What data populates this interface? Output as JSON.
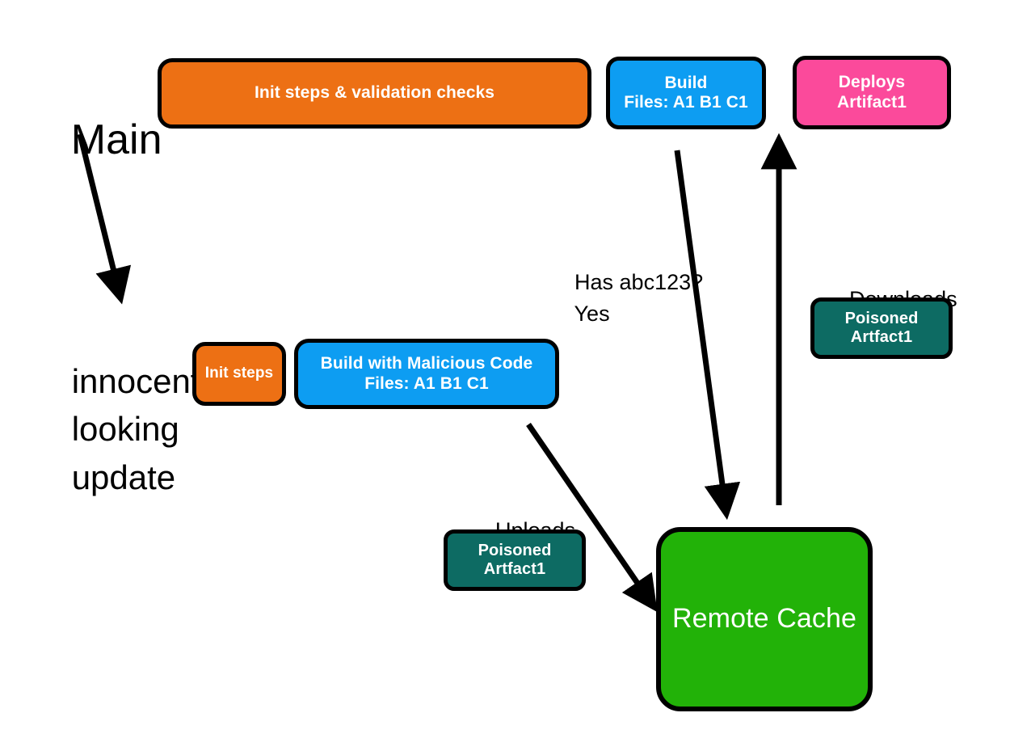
{
  "diagram": {
    "title_lane_main": "Main",
    "title_lane_branch_line1": "innocent",
    "title_lane_branch_line2": "looking",
    "title_lane_branch_line3": "update",
    "nodes": {
      "init_validate": {
        "line1": "Init steps & validation checks",
        "color": "#ED7014"
      },
      "build_main": {
        "line1": "Build",
        "line2": "Files: A1  B1  C1",
        "color": "#0D9DF2"
      },
      "deploys": {
        "line1": "Deploys",
        "line2": "Artifact1",
        "color": "#FB4A9B"
      },
      "init_steps": {
        "line1": "Init steps",
        "color": "#ED7014"
      },
      "build_malicious": {
        "line1": "Build with Malicious Code",
        "line2": "Files: A1  B1  C1",
        "color": "#0D9DF2"
      },
      "artifact_download": {
        "line1": "Poisoned",
        "line2": "Artfact1",
        "color": "#0D6B63"
      },
      "artifact_upload": {
        "line1": "Poisoned",
        "line2": "Artfact1",
        "color": "#0D6B63"
      },
      "remote_cache": {
        "line1": "Remote Cache",
        "color": "#22B208"
      }
    },
    "annotations": {
      "has_abc_line1": "Has abc123?",
      "has_abc_line2": "Yes",
      "downloads": "Downloads",
      "uploads": "Uploads"
    },
    "arrow_color": "#000000"
  }
}
